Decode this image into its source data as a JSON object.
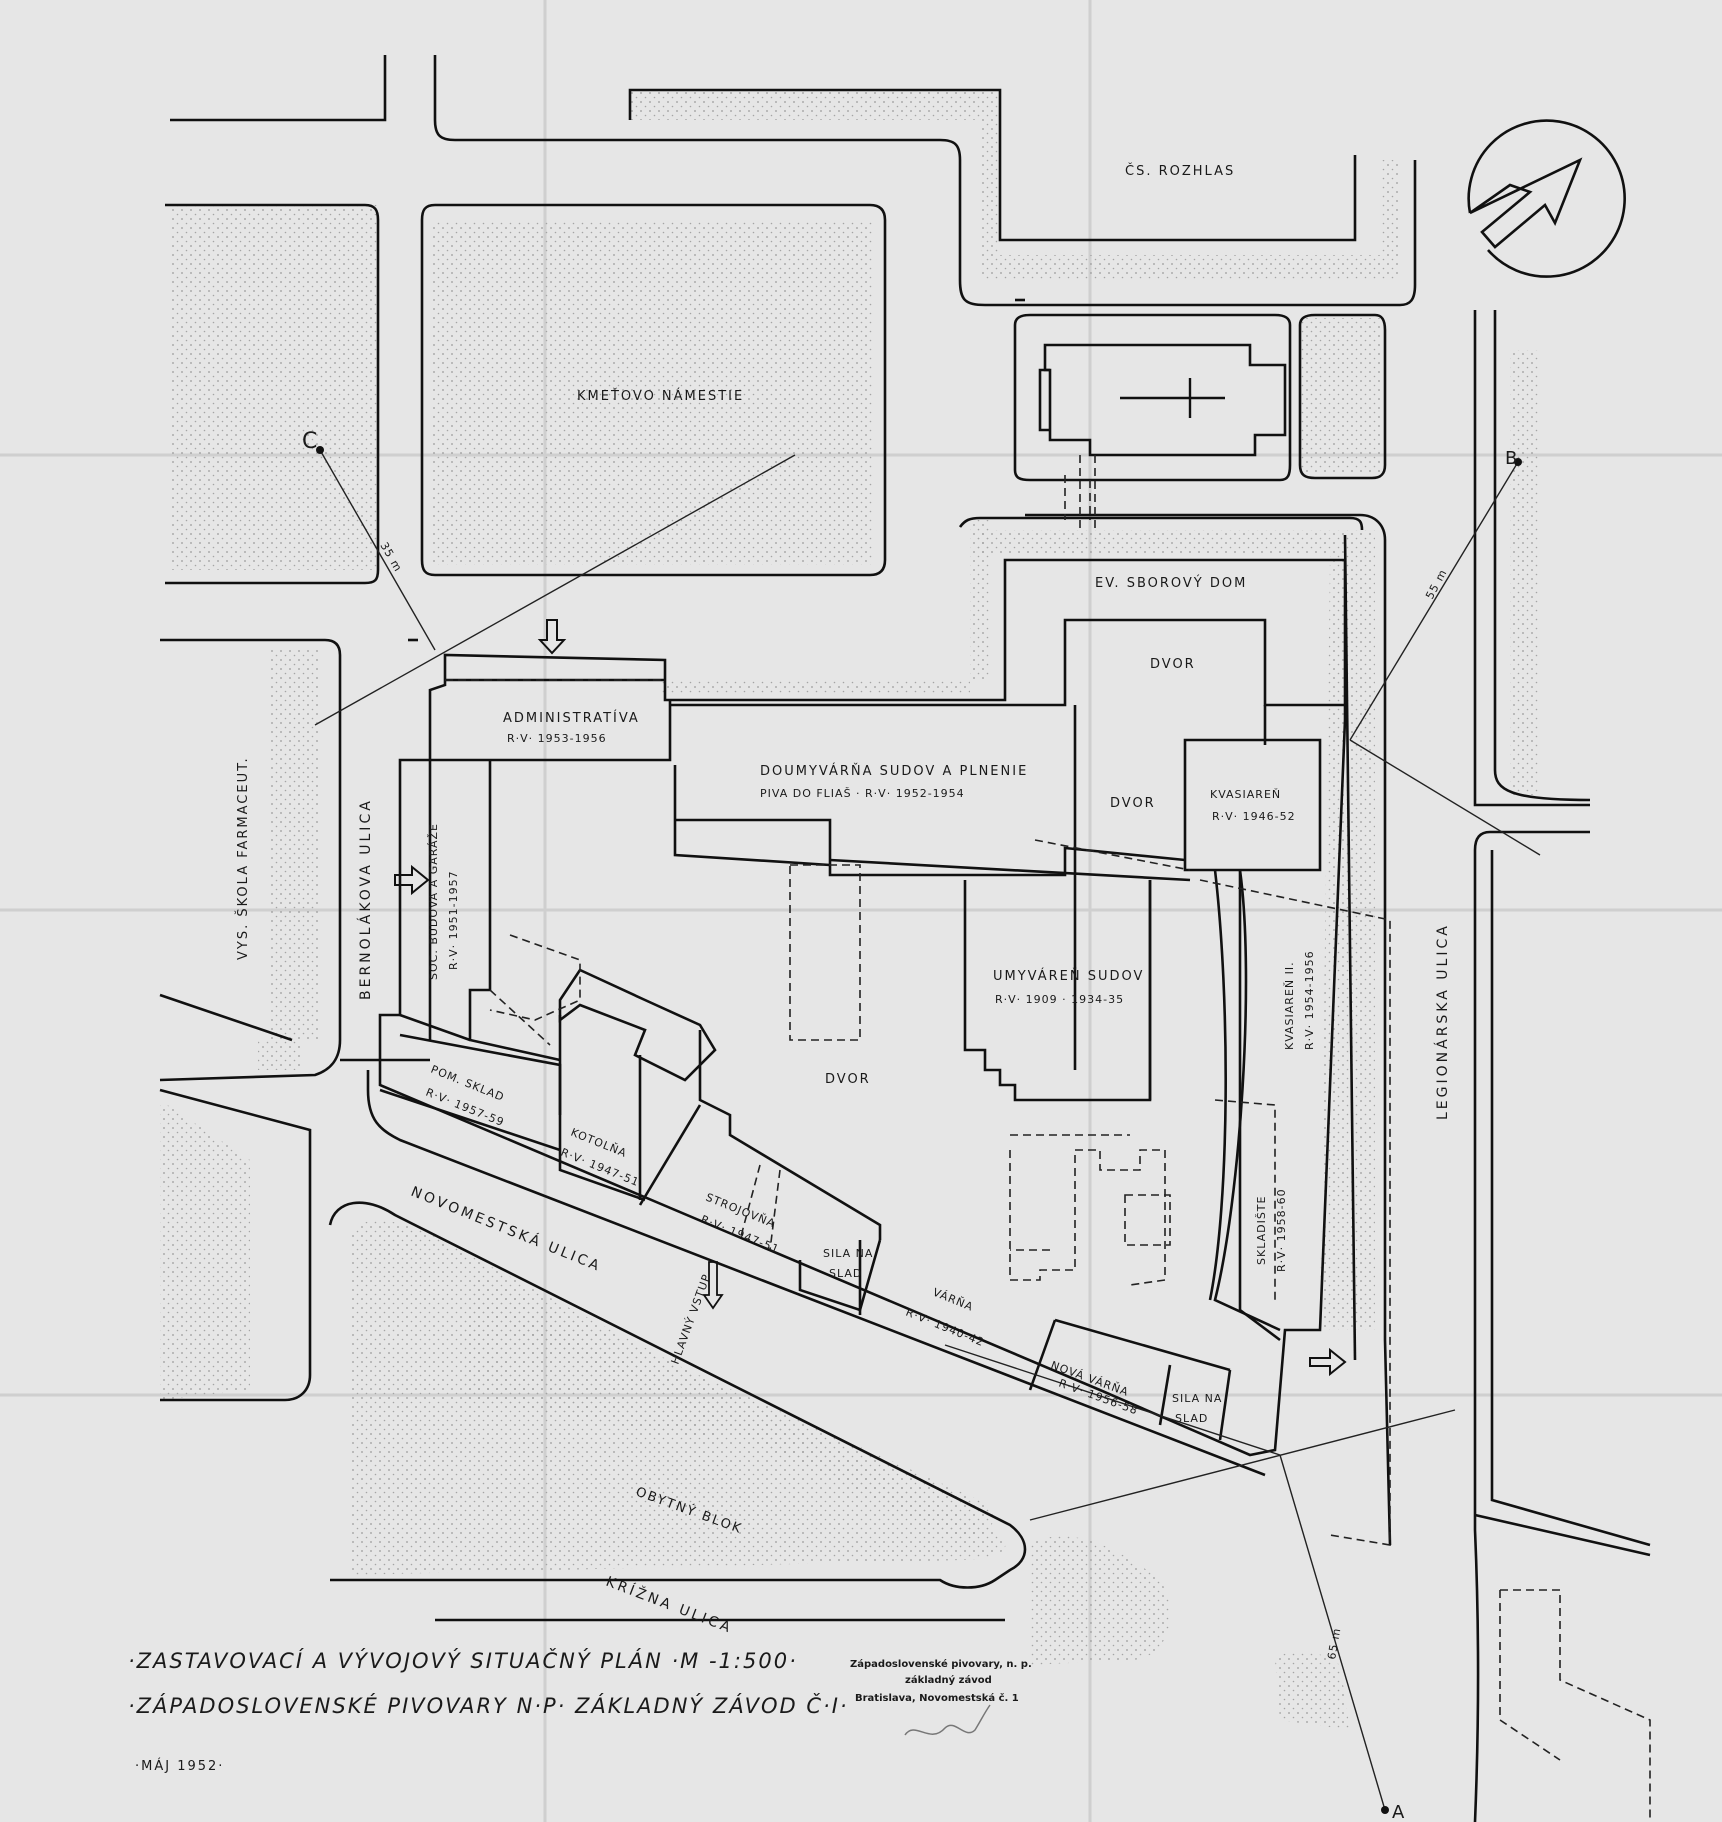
{
  "title_block": {
    "line1": "·ZASTAVOVACÍ A VÝVOJOVÝ SITUAČNÝ PLÁN ·M -1:500·",
    "line2": "·ZÁPADOSLOVENSKÉ PIVOVARY N·P· ZÁKLADNÝ ZÁVOD Č·I·",
    "date": "·MÁJ 1952·"
  },
  "stamp": {
    "line1": "Západoslovenské pivovary, n. p.",
    "line2": "základný závod",
    "line3": "Bratislava, Novomestská č. 1"
  },
  "streets": {
    "bernolakova": "BERNOLÁKOVA ULICA",
    "novomestska": "NOVOMESTSKÁ ULICA",
    "krizna": "KRÍŽNA ULICA",
    "legionarska": "LEGIONÁRSKA ULICA"
  },
  "places": {
    "kmetovo": "KMEŤOVO NÁMESTIE",
    "rozhlas": "ČS. ROZHLAS",
    "vys_skola": "VYS. ŠKOLA FARMACEUT.",
    "obytny_blok": "OBYTNÝ BLOK",
    "ev_dom": "EV. SBOROVÝ DOM"
  },
  "buildings": {
    "administrativa": [
      "ADMINISTRATÍVA",
      "R·V· 1953-1956"
    ],
    "doumyvarna": [
      "DOUMYVÁRŇA SUDOV A PLNENIE",
      "PIVA DO FLIAŠ · R·V· 1952-1954"
    ],
    "kvasiaren": [
      "KVASIAREŇ",
      "R·V· 1946-52"
    ],
    "soc_budova": [
      "SOC. BUDOVA A GARÁŽE",
      "R·V· 1951-1957"
    ],
    "umyvaren": [
      "UMYVÁREŇ SUDOV",
      "R·V· 1909 · 1934-35"
    ],
    "kvasiaren2": [
      "KVASIAREŇ II.",
      "R·V· 1954-1956"
    ],
    "pom_sklad": [
      "POM. SKLAD",
      "R·V· 1957-59"
    ],
    "kotolna": [
      "KOTOLŇA",
      "R·V· 1947-51"
    ],
    "strojovna": [
      "STROJOVŇA",
      "R·V· 1947-51"
    ],
    "sila_slad1": [
      "SILA NA",
      "SLAD"
    ],
    "varna": [
      "VÁRŇA",
      "R·V· 1940-42"
    ],
    "nova_varna": [
      "NOVÁ VÁRŇA",
      "R·V· 1956-58"
    ],
    "sila_slad2": [
      "SILA NA",
      "SLAD"
    ],
    "skladiste": [
      "SKLADIŠTE",
      "R·V· 1958-60"
    ]
  },
  "courtyards": {
    "dvor": "DVOR"
  },
  "entrance": "HLAVNÝ VSTUP",
  "viewpoints": {
    "a": "A",
    "b": "B",
    "c": "C"
  },
  "dimensions": {
    "c": "35 m",
    "b": "55 m",
    "a": "65 m"
  },
  "colors": {
    "paper": "#e6e6e6",
    "ink": "#111111",
    "stipple": "#9a9a9a"
  },
  "icons": {
    "north_arrow": "north-arrow-icon",
    "church_cross": "cross-icon"
  }
}
